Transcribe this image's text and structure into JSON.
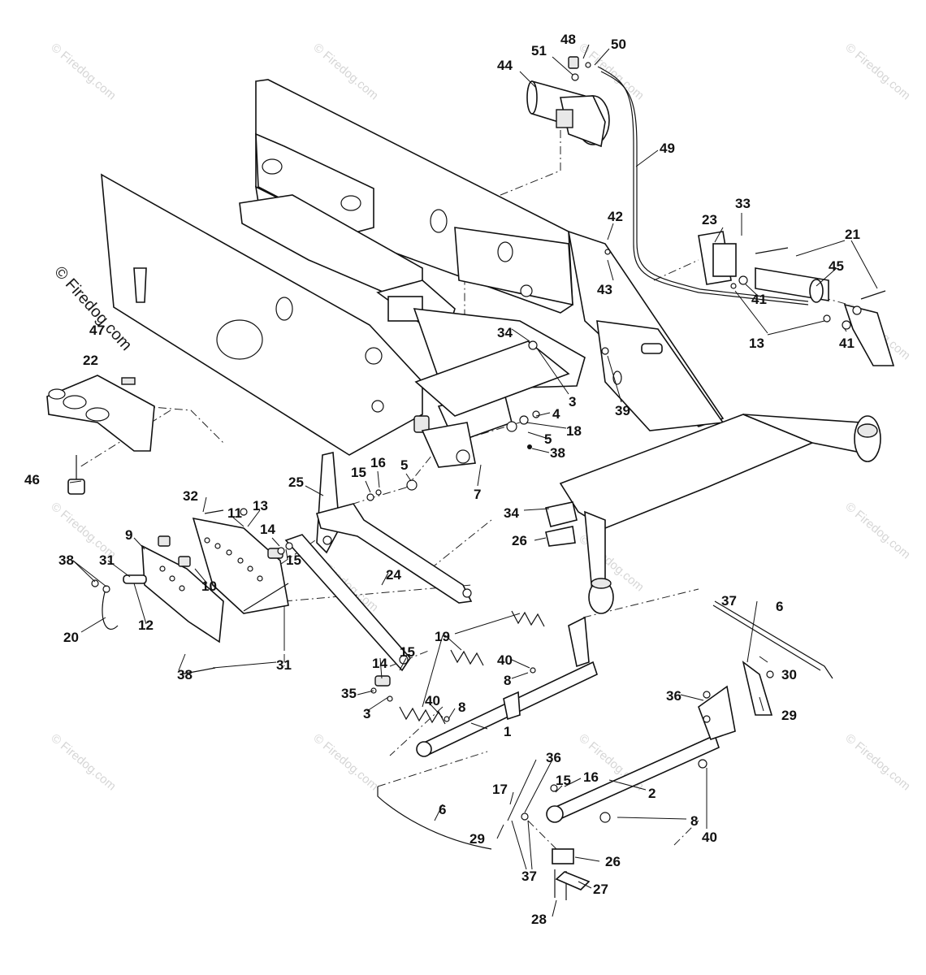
{
  "watermark": {
    "text": "© Firedog.com",
    "prominent_text": "© Firedog.com"
  },
  "callouts": [
    "44",
    "51",
    "48",
    "50",
    "49",
    "23",
    "33",
    "42",
    "21",
    "45",
    "43",
    "41",
    "13",
    "41",
    "34",
    "3",
    "39",
    "4",
    "18",
    "5",
    "38",
    "47",
    "22",
    "46",
    "15",
    "16",
    "5",
    "7",
    "34",
    "26",
    "25",
    "32",
    "11",
    "13",
    "9",
    "14",
    "15",
    "38",
    "31",
    "10",
    "24",
    "12",
    "20",
    "38",
    "31",
    "19",
    "14",
    "15",
    "40",
    "8",
    "6",
    "37",
    "30",
    "35",
    "3",
    "40",
    "8",
    "36",
    "29",
    "1",
    "36",
    "16",
    "15",
    "17",
    "2",
    "6",
    "29",
    "8",
    "40",
    "26",
    "37",
    "27",
    "28"
  ]
}
